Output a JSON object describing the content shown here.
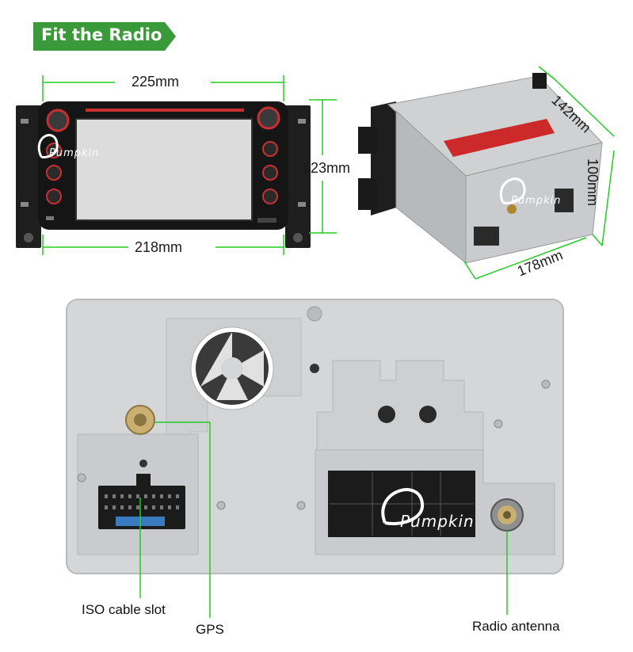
{
  "banner": {
    "title": "Fit the Radio",
    "color": "#3a9a3a"
  },
  "front_view": {
    "width_top": "225mm",
    "height": "123mm",
    "width_bottom": "218mm"
  },
  "side_view": {
    "depth_top": "142mm",
    "height": "100mm",
    "depth_bottom": "178mm"
  },
  "rear_panel": {
    "iso_label": "ISO cable slot",
    "gps_label": "GPS",
    "radio_label": "Radio antenna"
  },
  "logo_text": "Pumpkin",
  "colors": {
    "dimension_line": "#22cc22",
    "panel": "#d4d6d8"
  }
}
